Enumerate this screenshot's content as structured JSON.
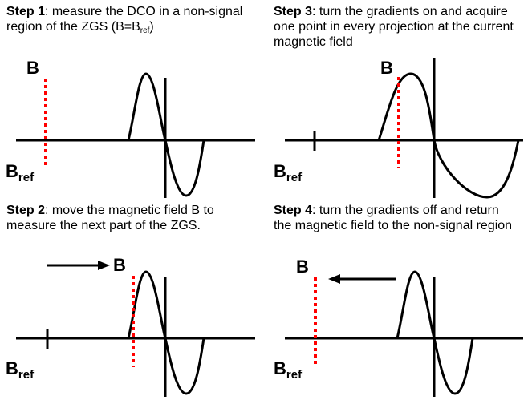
{
  "steps": [
    {
      "label": "Step 1",
      "text": ": measure the DCO in a non-signal region of the ZGS (B=B",
      "sub": "ref",
      "tail": ")",
      "field_label": "B",
      "ref_label": "B",
      "ref_sub": "ref"
    },
    {
      "label": "Step 2",
      "text": ": move the magnetic field B to measure the next part of the ZGS.",
      "field_label": "B",
      "ref_label": "B",
      "ref_sub": "ref",
      "arrow": "right"
    },
    {
      "label": "Step 3",
      "text": ": turn the gradients on and acquire one point in every projection at the current magnetic field",
      "field_label": "B",
      "ref_label": "B",
      "ref_sub": "ref"
    },
    {
      "label": "Step 4",
      "text": ": turn the gradients off and return the magnetic field to the non-signal region",
      "field_label": "B",
      "ref_label": "B",
      "ref_sub": "ref",
      "arrow": "left"
    }
  ],
  "colors": {
    "line": "#000000",
    "marker": "#ff0000"
  }
}
